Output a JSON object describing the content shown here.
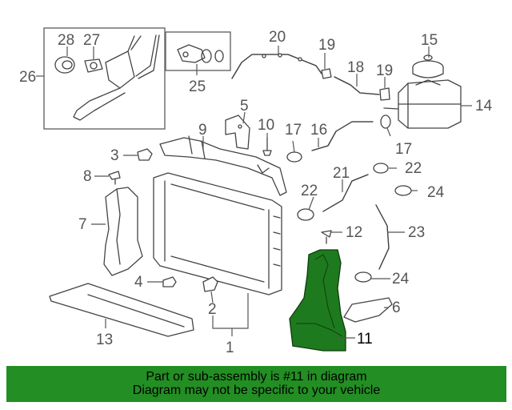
{
  "diagram": {
    "callouts": [
      "1",
      "2",
      "3",
      "4",
      "5",
      "6",
      "7",
      "8",
      "9",
      "10",
      "11",
      "12",
      "13",
      "14",
      "15",
      "16",
      "17",
      "17",
      "18",
      "19",
      "19",
      "20",
      "21",
      "22",
      "22",
      "23",
      "24",
      "24",
      "25",
      "26",
      "27",
      "28"
    ],
    "highlight_color": "#1e7a1e"
  },
  "footer": {
    "line1": "Part or sub-assembly is #11 in diagram",
    "line2": "Diagram may not be specific to your vehicle",
    "background": "#238e23"
  }
}
